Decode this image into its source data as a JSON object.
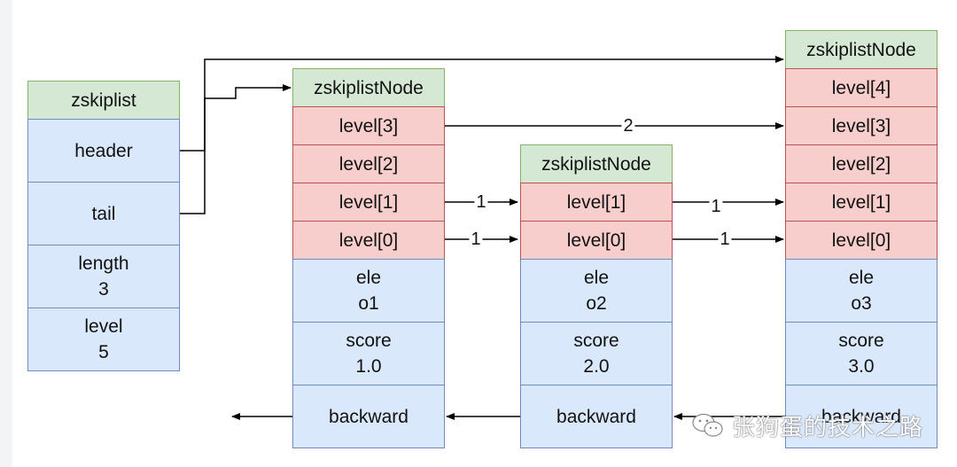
{
  "zskiplist": {
    "title": "zskiplist",
    "header": "header",
    "tail": "tail",
    "length_label": "length",
    "length_value": "3",
    "level_label": "level",
    "level_value": "5"
  },
  "node1": {
    "title": "zskiplistNode",
    "levels": [
      "level[3]",
      "level[2]",
      "level[1]",
      "level[0]"
    ],
    "ele_label": "ele",
    "ele_value": "o1",
    "score_label": "score",
    "score_value": "1.0",
    "backward": "backward"
  },
  "node2": {
    "title": "zskiplistNode",
    "levels": [
      "level[1]",
      "level[0]"
    ],
    "ele_label": "ele",
    "ele_value": "o2",
    "score_label": "score",
    "score_value": "2.0",
    "backward": "backward"
  },
  "node3": {
    "title": "zskiplistNode",
    "levels": [
      "level[4]",
      "level[3]",
      "level[2]",
      "level[1]",
      "level[0]"
    ],
    "ele_label": "ele",
    "ele_value": "o3",
    "score_label": "score",
    "score_value": "3.0",
    "backward": "backward"
  },
  "spans": {
    "n1_l3": "2",
    "n1_l1": "1",
    "n1_l0": "1",
    "n2_l1": "1",
    "n2_l0": "1"
  },
  "watermark": {
    "text": "张狗蛋的技术之路",
    "icon": "wechat-icon"
  }
}
